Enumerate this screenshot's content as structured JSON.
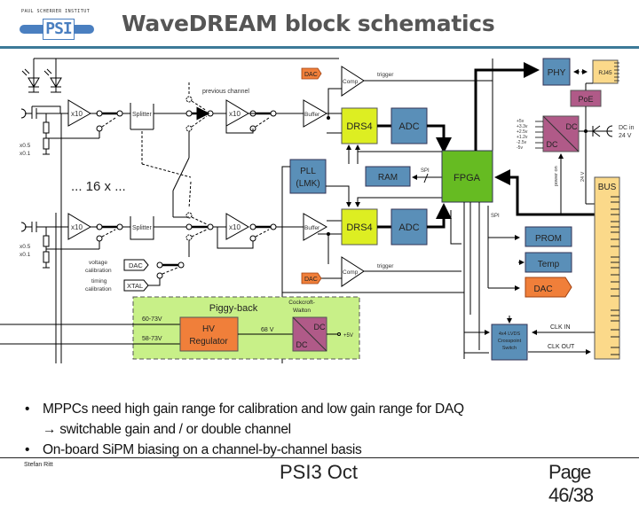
{
  "header": {
    "logo_org": "PAUL SCHERRER INSTITUT",
    "logo_mark": "PSI",
    "title": "WaveDREAM block schematics"
  },
  "diagram": {
    "labels": {
      "previous_channel": "previous channel",
      "times16": "... 16 x ...",
      "gain_05": "x0.5",
      "gain_01": "x0.1",
      "amp_x10_top": "x10",
      "amp_x10_top2": "x10",
      "amp_x10_bot": "x10",
      "amp_x10_bot2": "x10",
      "splitter_top": "Splitter",
      "splitter_bot": "Splitter",
      "buffer_top": "Buffer",
      "buffer_bot": "Buffer",
      "comp_top": "Comp",
      "comp_bot": "Comp",
      "trigger_top": "trigger",
      "trigger_bot": "trigger",
      "dac_small_top": "DAC",
      "dac_small_bot": "DAC",
      "voltage_calibration_1": "voltage",
      "voltage_calibration_2": "calibration",
      "timing_calibration_1": "timing",
      "timing_calibration_2": "calibration",
      "cal_dac": "DAC",
      "cal_xtal": "XTAL",
      "sp1": "SPI",
      "spi": "SPI",
      "power_on": "power on",
      "v24_vertical": "24 V",
      "clk_in": "CLK IN",
      "clk_out": "CLK OUT",
      "dc_in_1": "DC in",
      "dc_in_2": "24 V",
      "volt_rails": [
        "+5v",
        "+3.3v",
        "+2.5v",
        "+1.2v",
        "-2.5v",
        "-5v"
      ],
      "piggy_back": "Piggy-back",
      "hv_in_1": "60-73V",
      "hv_in_2": "58-73V",
      "v68": "68 V",
      "cockcroft_1": "Cockcroft-",
      "cockcroft_2": "Walton",
      "plus5v": "+5V"
    },
    "blocks": {
      "drs4_top": "DRS4",
      "adc_top": "ADC",
      "drs4_bot": "DRS4",
      "adc_bot": "ADC",
      "pll_1": "PLL",
      "pll_2": "(LMK)",
      "ram": "RAM",
      "fpga": "FPGA",
      "phy": "PHY",
      "rj45": "RJ45",
      "poe": "PoE",
      "dcdc_top": "DC",
      "dcdc_bot": "DC",
      "bus": "BUS",
      "prom": "PROM",
      "temp": "Temp",
      "dac": "DAC",
      "hv_1": "HV",
      "hv_2": "Regulator",
      "cw_dc_top": "DC",
      "cw_dc_bot": "DC",
      "crosspoint_1": "4x4 LVDS",
      "crosspoint_2": "Crosspoint",
      "crosspoint_3": "Switch"
    },
    "colors": {
      "blue_block": "#5a8fb8",
      "drs4": "#ddee22",
      "fpga": "#66bb22",
      "magenta": "#b05a88",
      "orange": "#f07f3a",
      "yellow": "#fbd98a",
      "piggy_bg": "#c8f088"
    }
  },
  "bullets": [
    "MPPCs need high gain range for calibration and low gain range for DAQ",
    "→ switchable gain and / or double channel",
    "On-board SiPM biasing on a channel-by-channel basis"
  ],
  "bullet_char": "•",
  "footer": {
    "author": "Stefan Ritt",
    "event": "PSI3 Oct",
    "page": "Page 46/38"
  }
}
